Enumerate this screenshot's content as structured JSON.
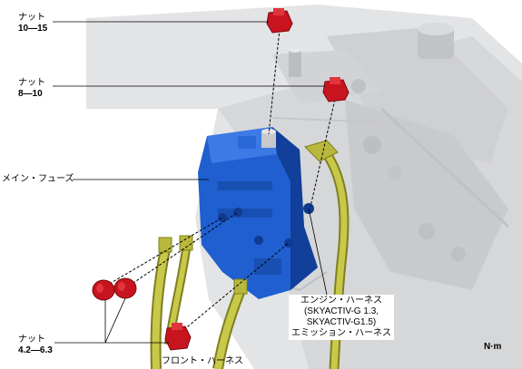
{
  "labels": {
    "nut_top_name": "ナット",
    "nut_top_torque": "10—15",
    "nut_mid_name": "ナット",
    "nut_mid_torque": "8—10",
    "main_fuse": "メイン・フューズ",
    "nut_bottom_name": "ナット",
    "nut_bottom_torque": "4.2—6.3",
    "engine_harness_line1": "エンジン・ハーネス",
    "engine_harness_line2": "(SKYACTIV-G 1.3,",
    "engine_harness_line3": "SKYACTIV-G1.5)",
    "engine_harness_line4": "エミッション・ハーネス",
    "front_harness": "フロント・ハーネス",
    "unit": "N·m"
  },
  "colors": {
    "engine_gray": "#d9dadc",
    "engine_shadow": "#b9bbbe",
    "fuse_blue": "#1f5fd0",
    "fuse_blue_dark": "#123f99",
    "nut_red": "#c8141e",
    "harness_yellow": "#c8c84a",
    "harness_dark": "#7f7f1e"
  }
}
